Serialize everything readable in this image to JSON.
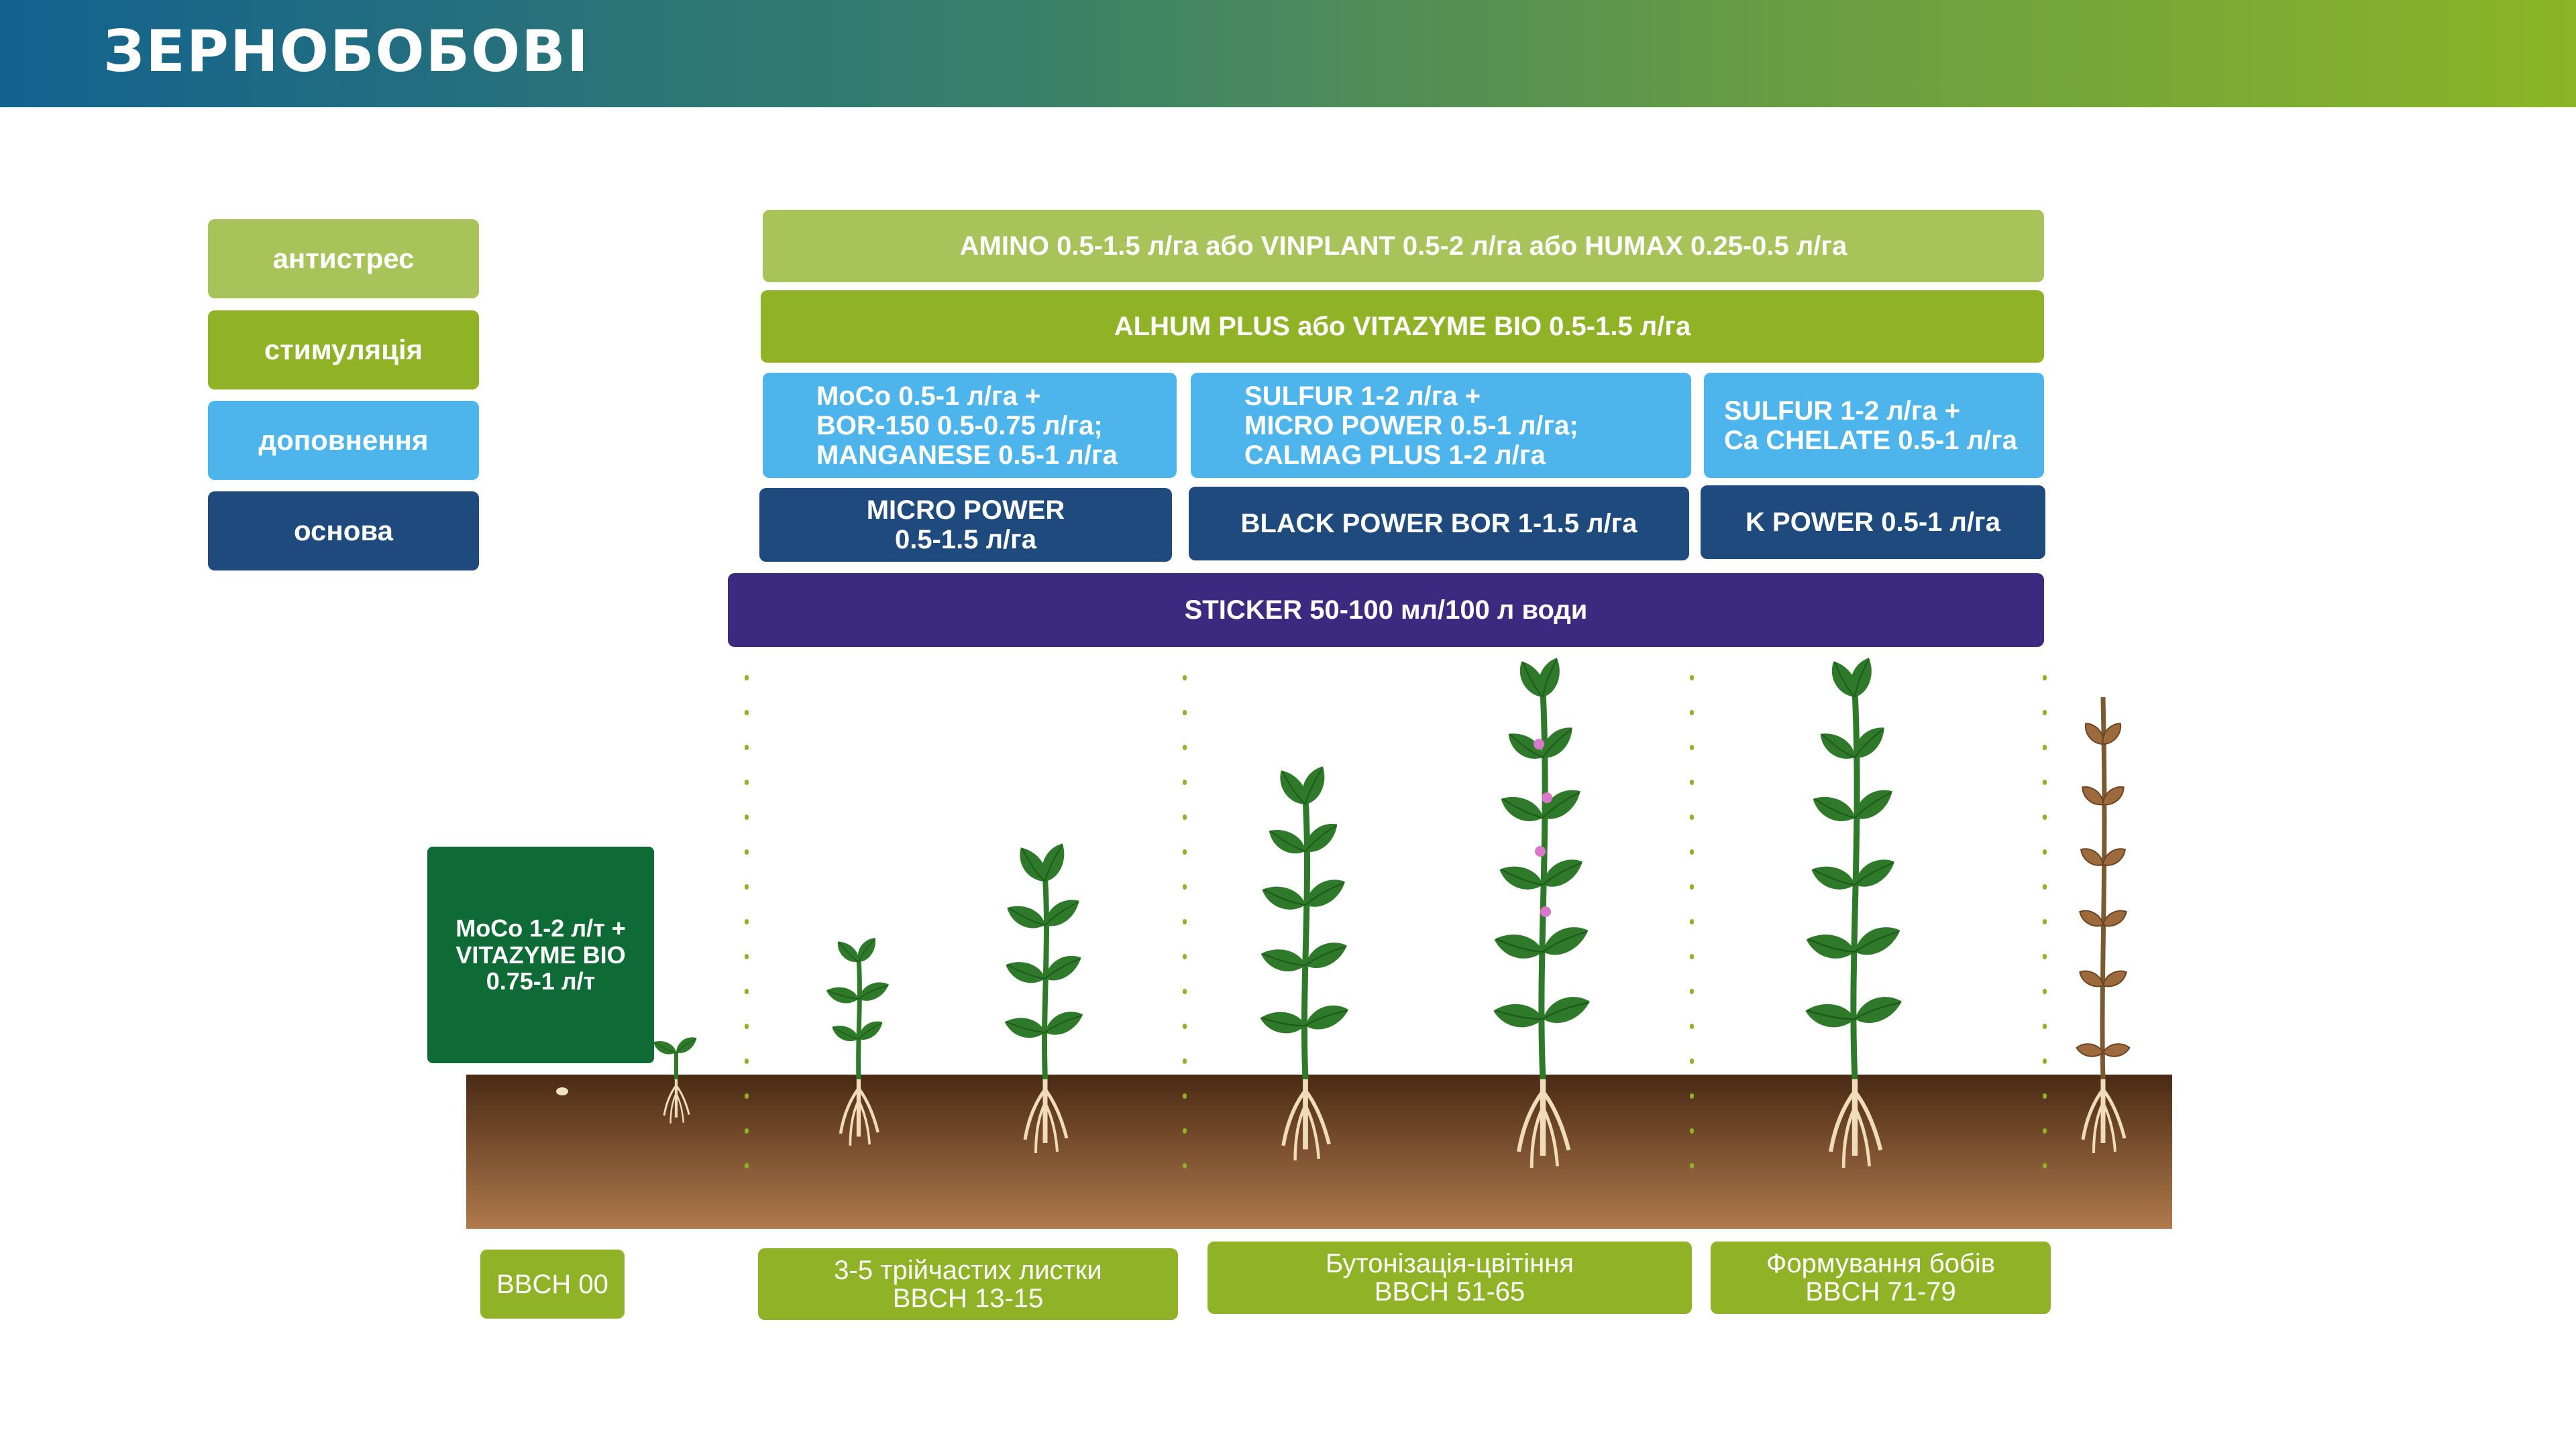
{
  "header": {
    "title": "ЗЕРНОБОБОВІ"
  },
  "legend": {
    "antistress": "антистрес",
    "stimulation": "стимуляція",
    "supplement": "доповнення",
    "basis": "основа"
  },
  "treatments": {
    "antistress_row": "AMINO 0.5-1.5 л/га або VINPLANT 0.5-2 л/га або HUMAX 0.25-0.5 л/га",
    "stimulation_row": "ALHUM PLUS або VITAZYME BIO 0.5-1.5 л/га",
    "supplement_1": "MoCo 0.5-1 л/га +\nBOR-150 0.5-0.75 л/га;\nMANGANESE 0.5-1 л/га",
    "supplement_2": "SULFUR 1-2 л/га +\nMICRO POWER 0.5-1 л/га;\nCALMAG PLUS 1-2 л/га",
    "supplement_3": "SULFUR 1-2 л/га +\nCa CHELATE 0.5-1 л/га",
    "basis_1": "MICRO POWER\n0.5-1.5 л/га",
    "basis_2": "BLACK POWER BOR 1-1.5 л/га",
    "basis_3": "K POWER 0.5-1 л/га",
    "sticker": "STICKER 50-100 мл/100 л води",
    "seed_treatment": "MoCo 1-2 л/т +\nVITAZYME BIO\n0.75-1 л/т"
  },
  "stages": {
    "s1": "BBCH 00",
    "s2": "3-5 трійчастих листки\nBBCH 13-15",
    "s3": "Бутонізація-цвітіння\nBBCH 51-65",
    "s4": "Формування бобів\nBBCH 71-79"
  },
  "colors": {
    "antistress": "#a9c35b",
    "stimulation": "#8fb227",
    "supplement": "#4db4ec",
    "basis": "#1e4a7d",
    "sticker": "#3c2a80",
    "seed_treatment": "#0f6b36",
    "soil_top": "#4a2a14",
    "soil_bottom": "#b07a4c",
    "leaf": "#2f7a2a",
    "dried_pod": "#9c6a3c"
  },
  "icons": [
    "seed-icon",
    "seedling-icon",
    "plant-icon",
    "flowering-plant-icon",
    "dried-plant-icon",
    "root-icon"
  ]
}
